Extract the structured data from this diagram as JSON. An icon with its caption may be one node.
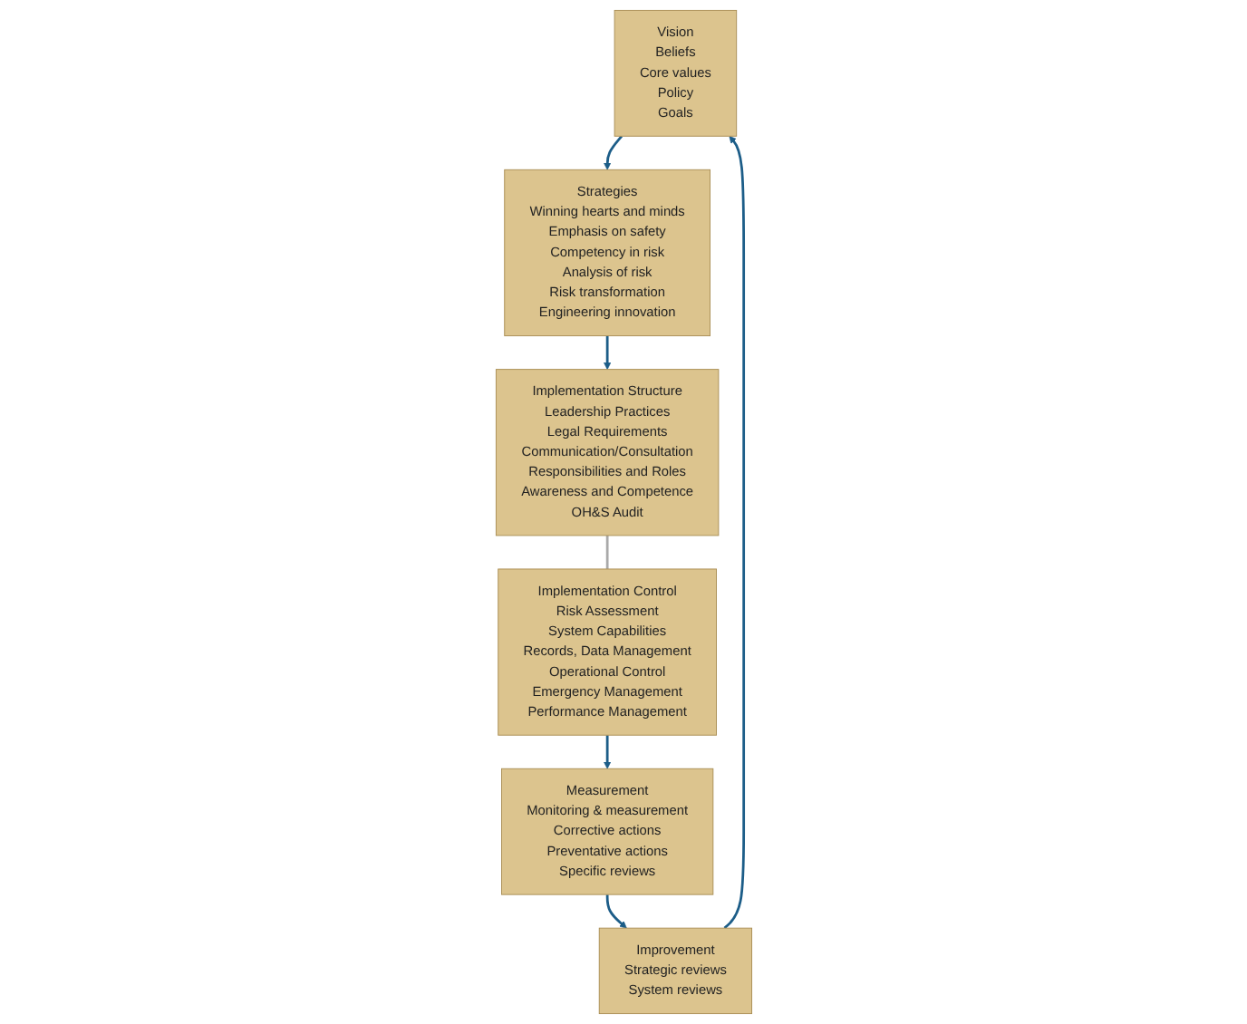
{
  "diagram": {
    "nodes": [
      {
        "text": [
          "Vision",
          "Beliefs",
          "Core values",
          "Policy",
          "Goals"
        ]
      },
      {
        "text": [
          "Strategies",
          "Winning hearts and minds",
          "Emphasis on safety",
          "Competency in risk",
          "Analysis of risk",
          "Risk transformation",
          "Engineering innovation"
        ]
      },
      {
        "text": [
          "Implementation Structure",
          "Leadership Practices",
          "Legal Requirements",
          "Communication/Consultation",
          "Responsibilities and Roles",
          "Awareness and Competence",
          "OH&S Audit"
        ]
      },
      {
        "text": [
          "Implementation Control",
          "Risk Assessment",
          "System Capabilities",
          "Records, Data Management",
          "Operational Control",
          "Emergency Management",
          "Performance Management"
        ]
      },
      {
        "text": [
          "Measurement",
          "Monitoring & measurement",
          "Corrective actions",
          "Preventative actions",
          "Specific reviews"
        ]
      },
      {
        "text": [
          "Improvement",
          "Strategic reviews",
          "System reviews"
        ]
      }
    ],
    "edges": [
      {
        "from": 0,
        "to": 1,
        "arrow": "to"
      },
      {
        "from": 1,
        "to": 2,
        "arrow": "to"
      },
      {
        "from": 2,
        "to": 3,
        "arrow": "none",
        "color": "#a9a9a9"
      },
      {
        "from": 3,
        "to": 4,
        "arrow": "to"
      },
      {
        "from": 4,
        "to": 5,
        "arrow": "to"
      },
      {
        "from": 5,
        "to": 0,
        "arrow": "to"
      }
    ]
  }
}
